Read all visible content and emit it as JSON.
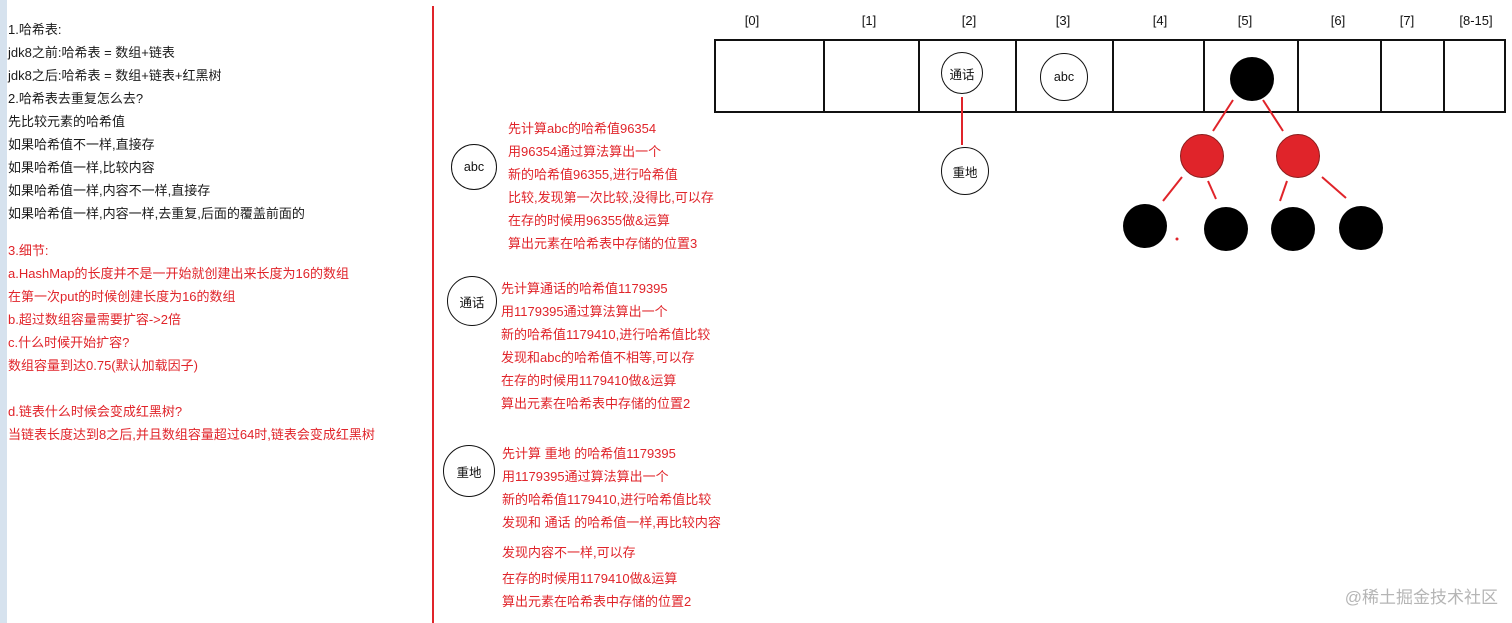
{
  "left_notes": {
    "black_lines": [
      "1.哈希表:",
      "  jdk8之前:哈希表 = 数组+链表",
      "  jdk8之后:哈希表 = 数组+链表+红黑树",
      "2.哈希表去重复怎么去?",
      "  先比较元素的哈希值",
      "  如果哈希值不一样,直接存",
      "  如果哈希值一样,比较内容",
      "  如果哈希值一样,内容不一样,直接存",
      "  如果哈希值一样,内容一样,去重复,后面的覆盖前面的"
    ],
    "red_lines": [
      "3.细节:",
      "  a.HashMap的长度并不是一开始就创建出来长度为16的数组",
      "    在第一次put的时候创建长度为16的数组",
      "  b.超过数组容量需要扩容->2倍",
      "  c.什么时候开始扩容?",
      "    数组容量到达0.75(默认加载因子)",
      "",
      "  d.链表什么时候会变成红黑树?",
      "    当链表长度达到8之后,并且数组容量超过64时,链表会变成红黑树"
    ]
  },
  "explanations": [
    {
      "label": "abc",
      "lines": [
        "先计算abc的哈希值96354",
        "用96354通过算法算出一个",
        "新的哈希值96355,进行哈希值",
        "比较,发现第一次比较,没得比,可以存",
        "在存的时候用96355做&运算",
        "算出元素在哈希表中存储的位置3"
      ]
    },
    {
      "label": "通话",
      "lines": [
        "先计算通话的哈希值1179395",
        "用1179395通过算法算出一个",
        "新的哈希值1179410,进行哈希值比较",
        "发现和abc的哈希值不相等,可以存",
        "在存的时候用1179410做&运算",
        "算出元素在哈希表中存储的位置2"
      ]
    },
    {
      "label": "重地",
      "lines": [
        "先计算 重地 的哈希值1179395",
        "用1179395通过算法算出一个",
        "新的哈希值1179410,进行哈希值比较",
        "发现和  通话 的哈希值一样,再比较内容",
        "",
        " 发现内容不一样,可以存",
        "在存的时候用1179410做&运算",
        "算出元素在哈希表中存储的位置2"
      ]
    }
  ],
  "array": {
    "indices": [
      "[0]",
      "[1]",
      "[2]",
      "[3]",
      "[4]",
      "[5]",
      "[6]",
      "[7]",
      "[8-15]"
    ],
    "cell_nodes": {
      "slot2": "通话",
      "slot3": "abc",
      "chain2": "重地"
    }
  },
  "tree": {
    "root": "black",
    "level1": [
      "red",
      "red"
    ],
    "level2": [
      "black",
      "black",
      "black",
      "black"
    ]
  },
  "colors": {
    "accent_red": "#e0242a",
    "node_black": "#000000"
  },
  "watermark": "@稀土掘金技术社区"
}
